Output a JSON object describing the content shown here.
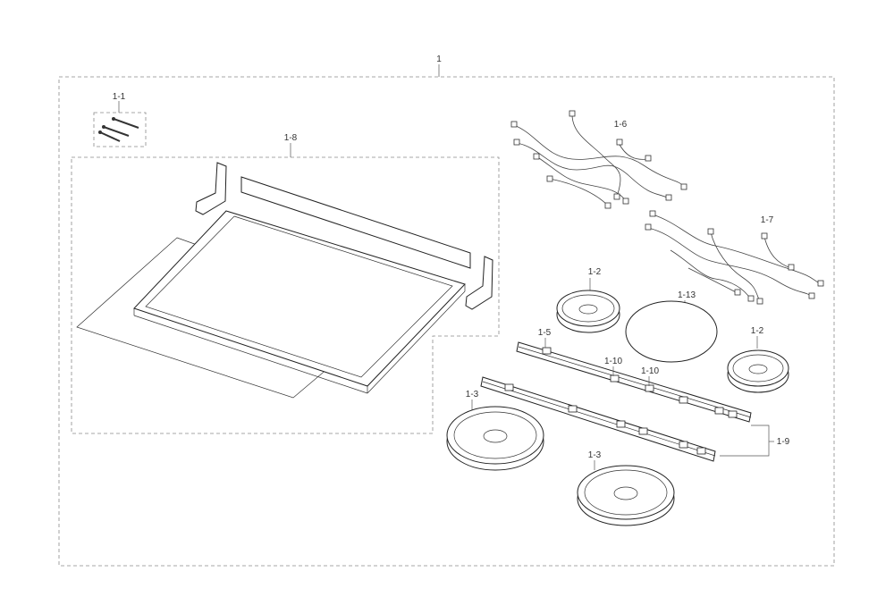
{
  "diagram": {
    "labels": {
      "assembly": "1",
      "p1_1": "1-1",
      "p1_8": "1-8",
      "p1_6": "1-6",
      "p1_7": "1-7",
      "p1_2a": "1-2",
      "p1_13": "1-13",
      "p1_2b": "1-2",
      "p1_5": "1-5",
      "p1_10a": "1-10",
      "p1_10b": "1-10",
      "p1_3a": "1-3",
      "p1_9": "1-9",
      "p1_3b": "1-3"
    }
  }
}
